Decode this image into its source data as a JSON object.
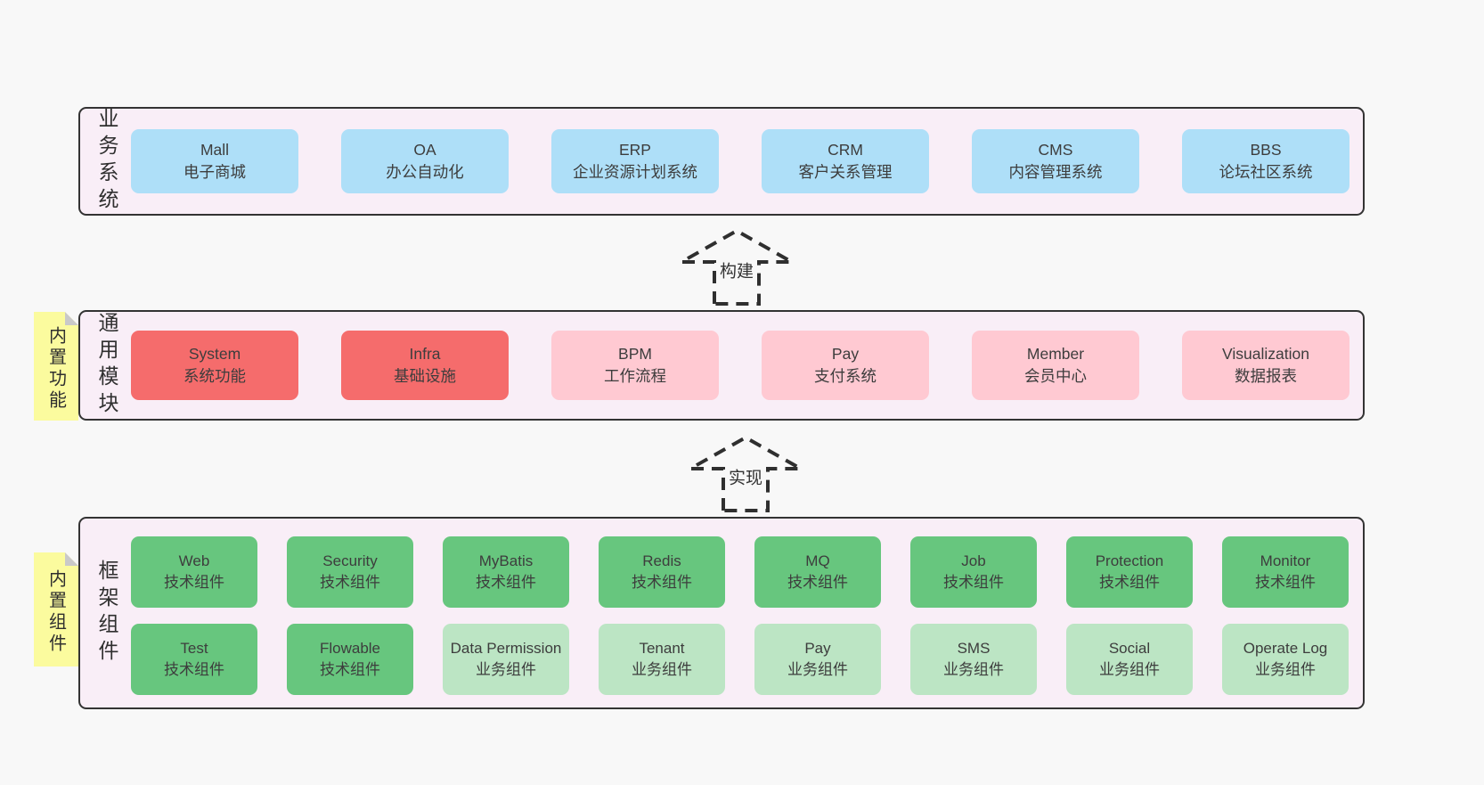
{
  "colors": {
    "page_bg": "#f8f8f8",
    "panel_bg": "#f9eef7",
    "panel_border": "#333333",
    "box_text": "#3d3d3d",
    "blue": "#aedff8",
    "red": "#f56c6c",
    "pink": "#ffc9d2",
    "green": "#67c67e",
    "lightgreen": "#bce5c4",
    "yellow": "#fbfb9e",
    "fold_gray": "#c9c9c9",
    "arrow": "#2f2f2f"
  },
  "panels": {
    "business": {
      "side_label": "业务系统",
      "boxes": [
        {
          "en": "Mall",
          "cn": "电子商城",
          "variant": "blue"
        },
        {
          "en": "OA",
          "cn": "办公自动化",
          "variant": "blue"
        },
        {
          "en": "ERP",
          "cn": "企业资源计划系统",
          "variant": "blue"
        },
        {
          "en": "CRM",
          "cn": "客户关系管理",
          "variant": "blue"
        },
        {
          "en": "CMS",
          "cn": "内容管理系统",
          "variant": "blue"
        },
        {
          "en": "BBS",
          "cn": "论坛社区系统",
          "variant": "blue"
        }
      ]
    },
    "modules": {
      "side_label": "通用模块",
      "tab_label": "内置功能",
      "boxes": [
        {
          "en": "System",
          "cn": "系统功能",
          "variant": "red"
        },
        {
          "en": "Infra",
          "cn": "基础设施",
          "variant": "red"
        },
        {
          "en": "BPM",
          "cn": "工作流程",
          "variant": "pink"
        },
        {
          "en": "Pay",
          "cn": "支付系统",
          "variant": "pink"
        },
        {
          "en": "Member",
          "cn": "会员中心",
          "variant": "pink"
        },
        {
          "en": "Visualization",
          "cn": "数据报表",
          "variant": "pink"
        }
      ]
    },
    "framework": {
      "side_label": "框架组件",
      "tab_label": "内置组件",
      "row1": [
        {
          "en": "Web",
          "cn": "技术组件",
          "variant": "green"
        },
        {
          "en": "Security",
          "cn": "技术组件",
          "variant": "green"
        },
        {
          "en": "MyBatis",
          "cn": "技术组件",
          "variant": "green"
        },
        {
          "en": "Redis",
          "cn": "技术组件",
          "variant": "green"
        },
        {
          "en": "MQ",
          "cn": "技术组件",
          "variant": "green"
        },
        {
          "en": "Job",
          "cn": "技术组件",
          "variant": "green"
        },
        {
          "en": "Protection",
          "cn": "技术组件",
          "variant": "green"
        },
        {
          "en": "Monitor",
          "cn": "技术组件",
          "variant": "green"
        }
      ],
      "row2": [
        {
          "en": "Test",
          "cn": "技术组件",
          "variant": "green"
        },
        {
          "en": "Flowable",
          "cn": "技术组件",
          "variant": "green"
        },
        {
          "en": "Data Permission",
          "cn": "业务组件",
          "variant": "lightgreen"
        },
        {
          "en": "Tenant",
          "cn": "业务组件",
          "variant": "lightgreen"
        },
        {
          "en": "Pay",
          "cn": "业务组件",
          "variant": "lightgreen"
        },
        {
          "en": "SMS",
          "cn": "业务组件",
          "variant": "lightgreen"
        },
        {
          "en": "Social",
          "cn": "业务组件",
          "variant": "lightgreen"
        },
        {
          "en": "Operate Log",
          "cn": "业务组件",
          "variant": "lightgreen"
        }
      ]
    }
  },
  "arrows": {
    "build": {
      "label": "构建"
    },
    "implement": {
      "label": "实现"
    }
  }
}
